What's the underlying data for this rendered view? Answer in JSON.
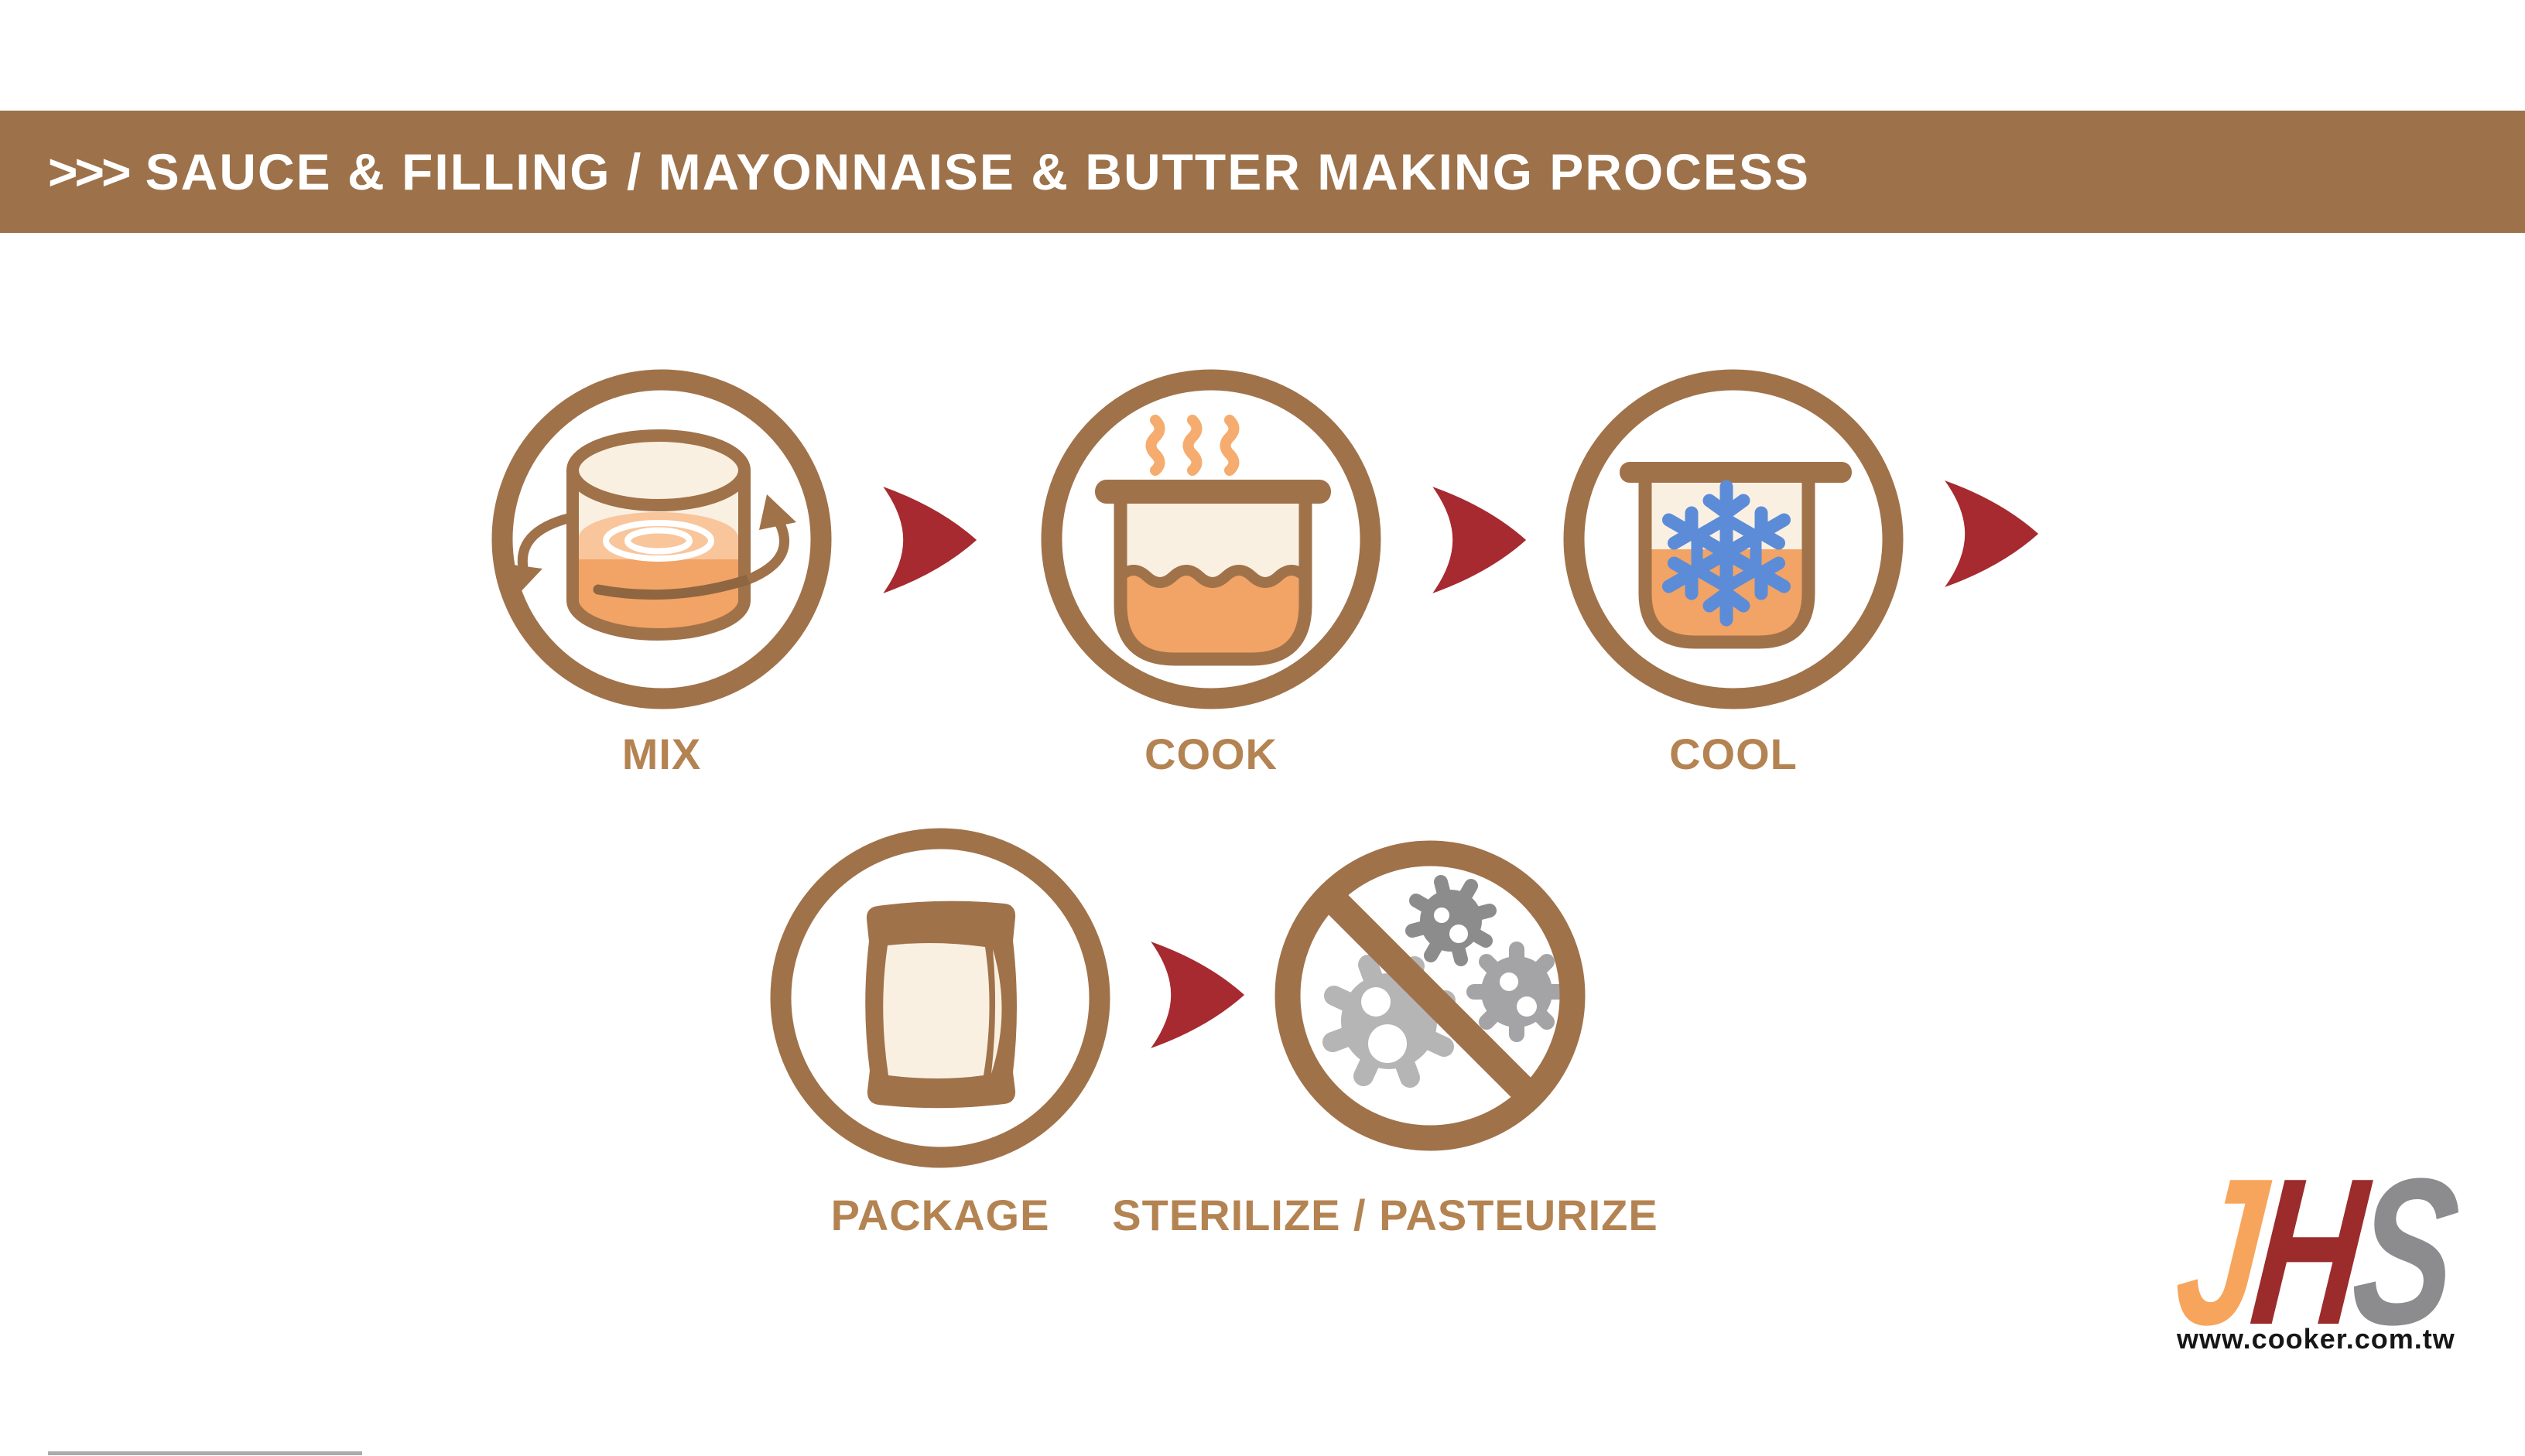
{
  "header": {
    "prefix": ">>>",
    "title": "SAUCE & FILLING / MAYONNAISE & BUTTER MAKING PROCESS",
    "bar_color": "#9D7149",
    "text_color": "#FFFFFF"
  },
  "process": {
    "steps": [
      {
        "id": "mix",
        "label": "MIX",
        "icon": "mixing-container-icon"
      },
      {
        "id": "cook",
        "label": "COOK",
        "icon": "steaming-pot-icon"
      },
      {
        "id": "cool",
        "label": "COOL",
        "icon": "snowflake-pot-icon"
      },
      {
        "id": "package",
        "label": "PACKAGE",
        "icon": "package-bag-icon"
      },
      {
        "id": "sterilize",
        "label": "STERILIZE / PASTEURIZE",
        "icon": "no-germs-icon"
      }
    ],
    "label_color": "#B48352",
    "icon_outline_color": "#A0724A",
    "arrow_color": "#A62A30"
  },
  "palette": {
    "cream": "#FAF0E2",
    "orange": "#F2A366",
    "light_orange": "#F9C59B",
    "steam_orange": "#F5AC6E",
    "snowflake_blue": "#5C8CD8",
    "germ_gray_light": "#B5B5B5",
    "germ_gray_dark": "#8C8C8C",
    "germ_gray_mid": "#A4A4A6",
    "stir_brown": "#8E6642"
  },
  "logo": {
    "letters": [
      {
        "char": "J",
        "color": "#F7A55C"
      },
      {
        "char": "H",
        "color": "#9C2B2C"
      },
      {
        "char": "S",
        "color": "#8C8C8E"
      }
    ],
    "website": "www.cooker.com.tw"
  }
}
